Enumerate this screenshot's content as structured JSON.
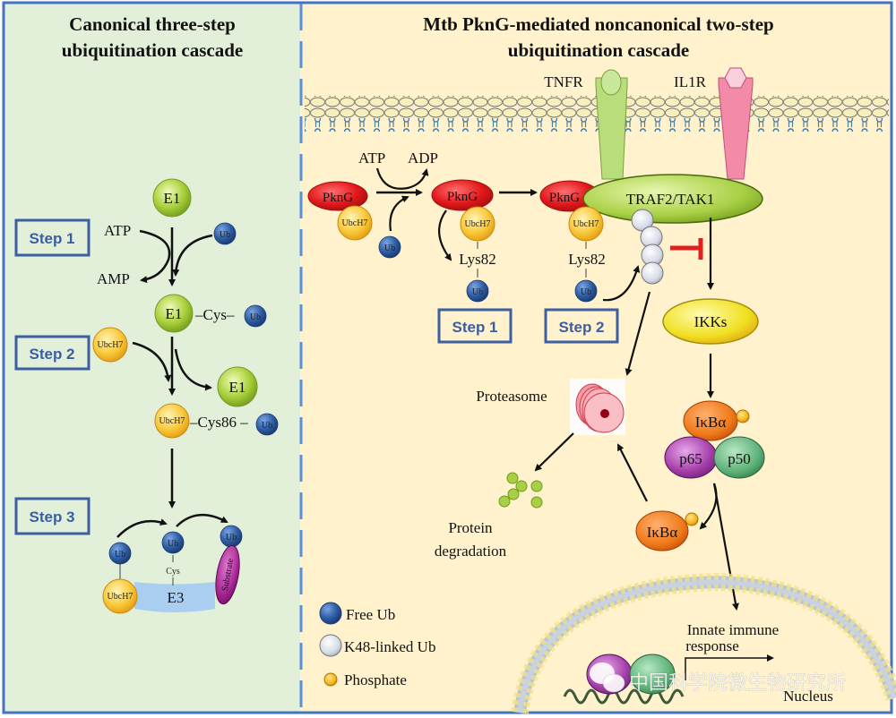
{
  "colors": {
    "left_bg": "#e2efd9",
    "right_bg": "#fff2cc",
    "frame": "#4472c4",
    "step_box": "#3b5fa0",
    "ub_blue": "#2f5fa6",
    "e1_green": "#a8cf3a",
    "ubch7_yellow": "#f9c93a",
    "pkng_red": "#e3191c",
    "traf_green": "#a9d045",
    "ikk_yellow": "#f0e020",
    "ikba_orange": "#f07a1a",
    "p65_purple": "#a43ea9",
    "p50_green": "#5fb37a",
    "inhibit_red": "#e02020",
    "tnfr_green": "#b8dd7a",
    "il1r_pink": "#f28aa8"
  },
  "left_panel": {
    "title_line1": "Canonical  three-step",
    "title_line2": "ubiquitination cascade",
    "steps": [
      "Step 1",
      "Step 2",
      "Step 3"
    ],
    "e1": "E1",
    "atp": "ATP",
    "amp": "AMP",
    "ub": "Ub",
    "cys": "–Cys–",
    "ubch7": "UbcH7",
    "cys86": "–Cys86 –",
    "e3": "E3",
    "cys_short": "Cys",
    "substrate": "Substrate"
  },
  "right_panel": {
    "title_line1": "Mtb PknG-mediated noncanonical  two-step",
    "title_line2": "ubiquitination cascade",
    "tnfr": "TNFR",
    "il1r": "IL1R",
    "atp": "ATP",
    "adp": "ADP",
    "pkng": "PknG",
    "ubch7": "UbcH7",
    "ub": "Ub",
    "lys82": "Lys82",
    "step1": "Step 1",
    "step2": "Step 2",
    "traf": "TRAF2/TAK1",
    "ikks": "IKKs",
    "proteasome": "Proteasome",
    "protein_deg_line1": "Protein",
    "protein_deg_line2": "degradation",
    "ikba": "IκBα",
    "p65": "p65",
    "p50": "p50",
    "innate_line1": "Innate immune",
    "innate_line2": "response",
    "nucleus": "Nucleus"
  },
  "legend": {
    "items": [
      {
        "label": "Free Ub",
        "icon": "free-ub-circle"
      },
      {
        "label": "K48-linked Ub",
        "icon": "k48-ub-circle"
      },
      {
        "label": "Phosphate",
        "icon": "phosphate-circle"
      }
    ]
  },
  "watermark": {
    "text": "中国科学院微生物研究所",
    "icon": "wechat-icon"
  }
}
